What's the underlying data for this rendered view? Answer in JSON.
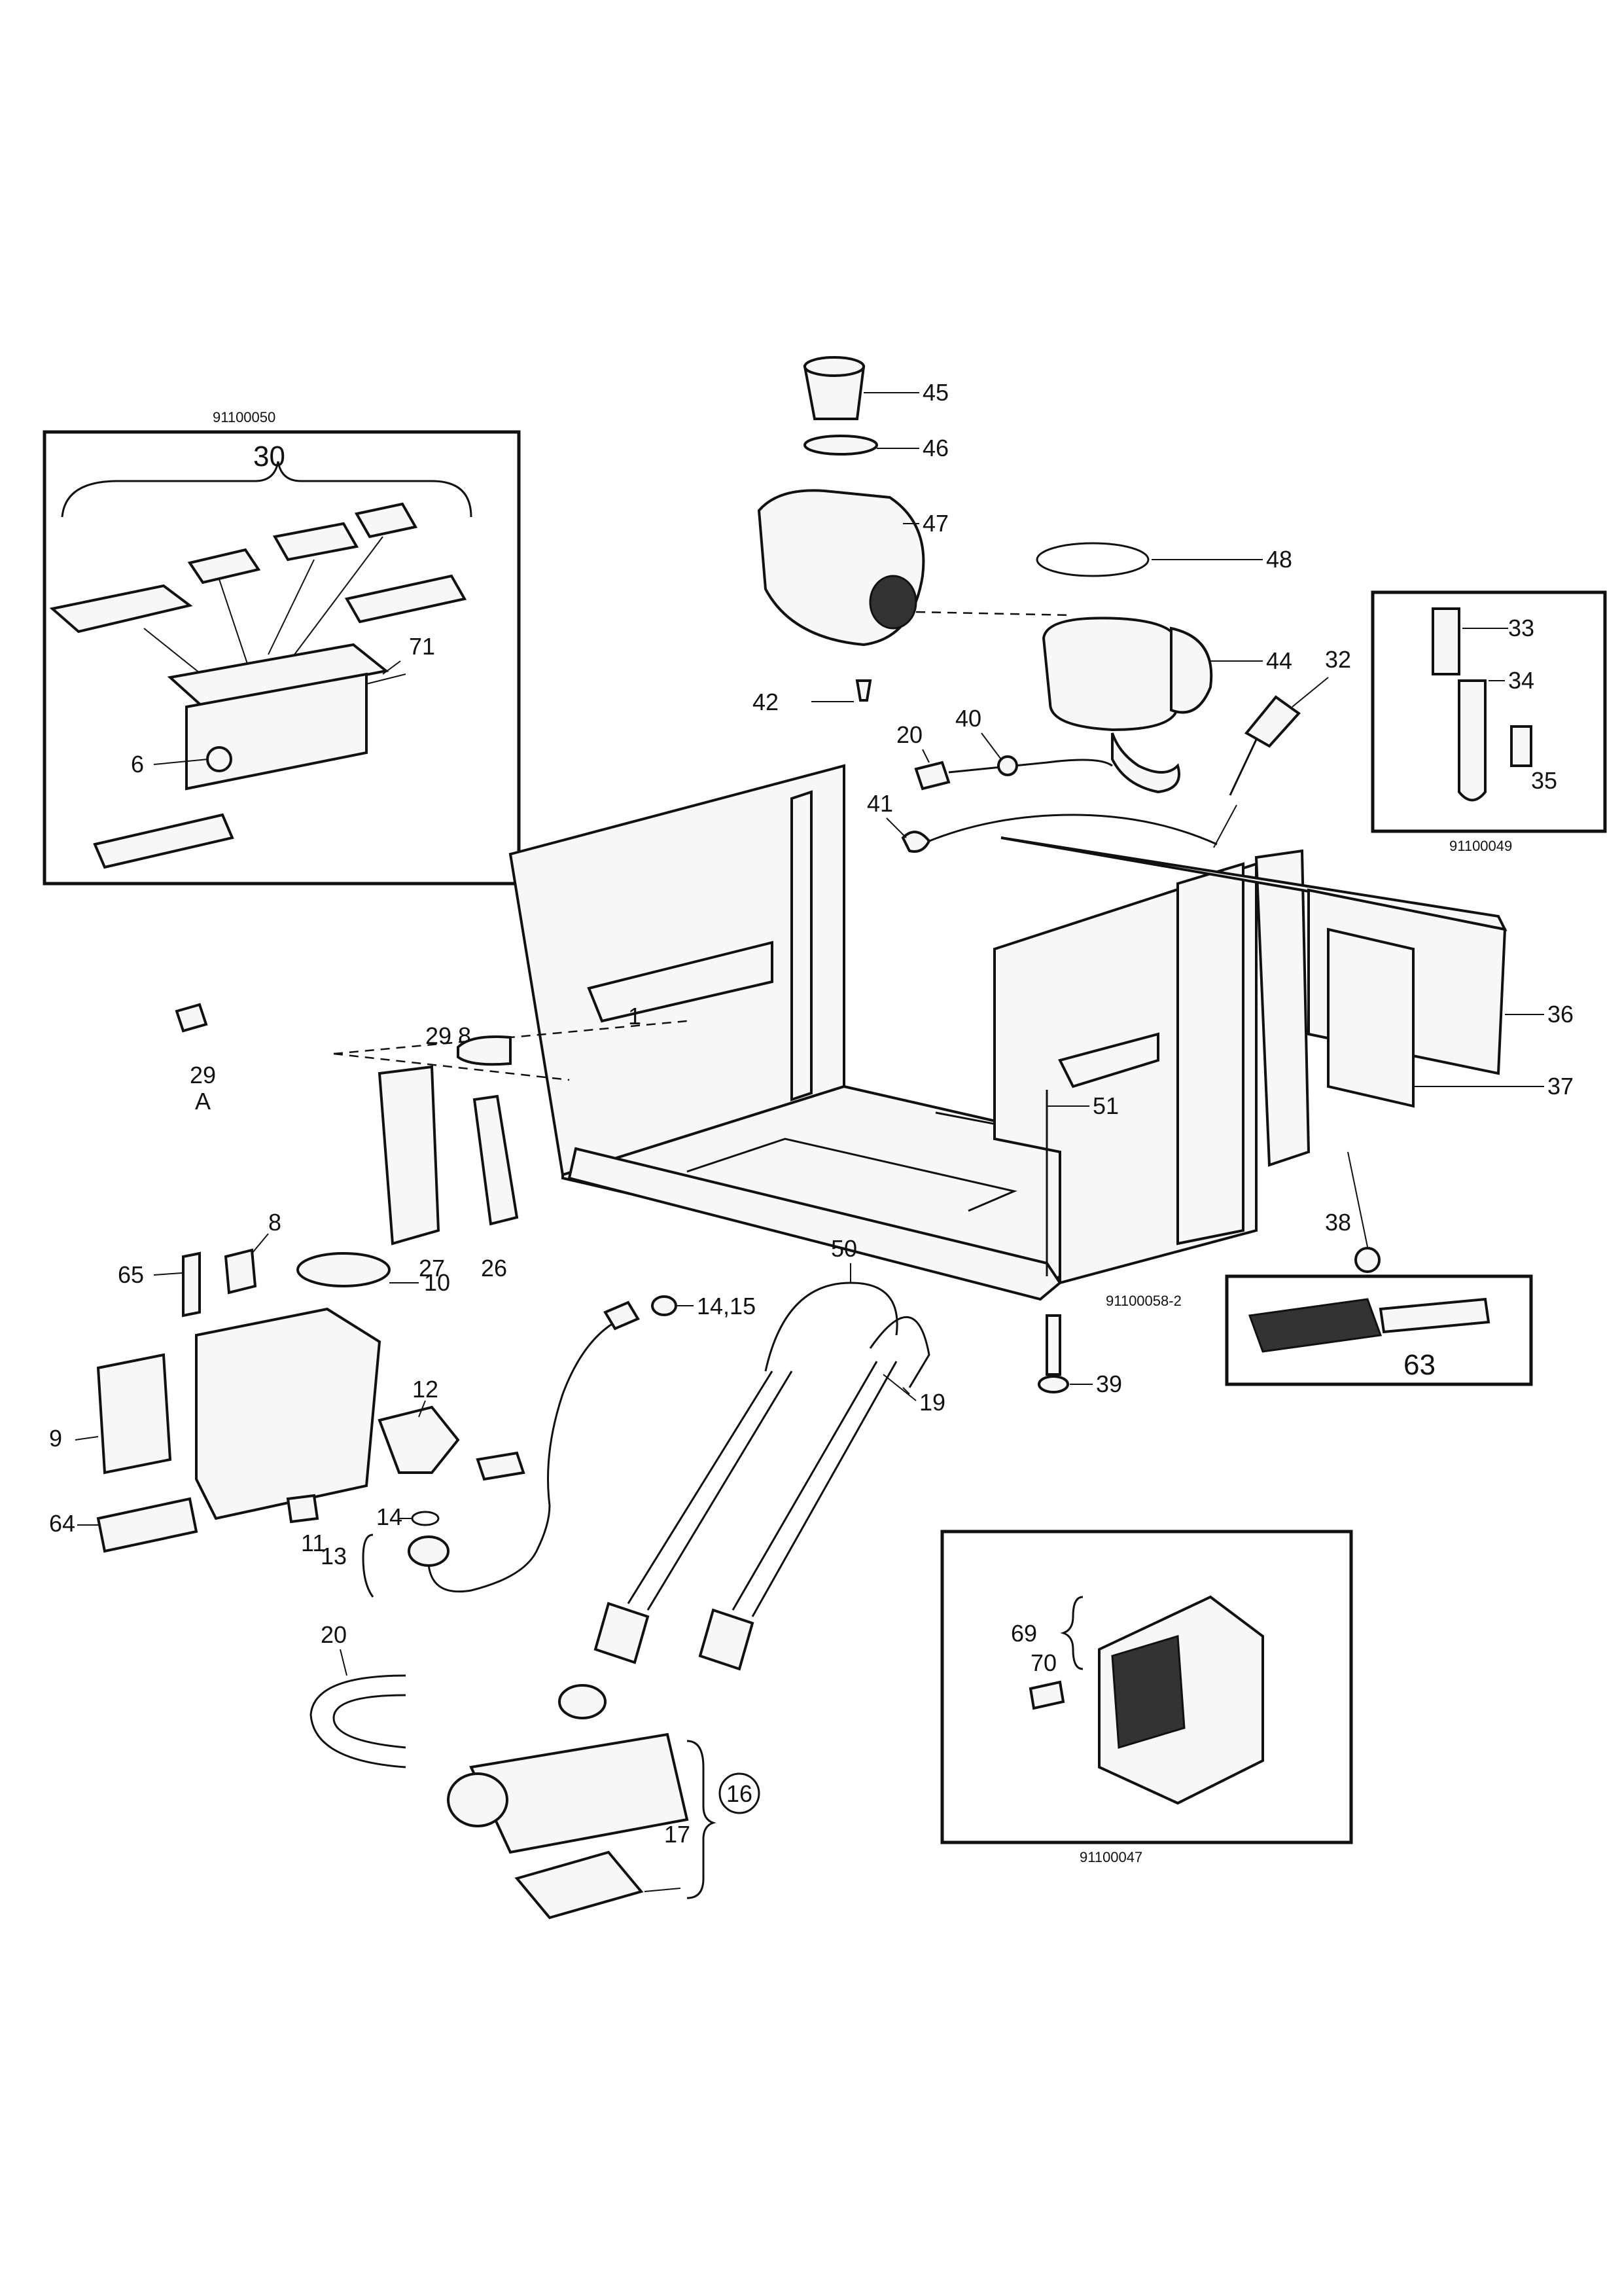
{
  "inset_codes": {
    "top_left": "91100050",
    "top_right": "91100049",
    "main": "91100058-2",
    "bottom_right": "91100047"
  },
  "labels": {
    "l30": "30",
    "l71": "71",
    "l6": "6",
    "l45": "45",
    "l46": "46",
    "l47": "47",
    "l48": "48",
    "l44": "44",
    "l42": "42",
    "l32": "32",
    "l33": "33",
    "l34": "34",
    "l35": "35",
    "l20a": "20",
    "l40": "40",
    "l41": "41",
    "l36": "36",
    "l37": "37",
    "l38": "38",
    "l51": "51",
    "l29": "29",
    "l29a": "A",
    "l298": "29 8",
    "l27": "27",
    "l26": "26",
    "l8": "8",
    "l65": "65",
    "l10": "10",
    "l9": "9",
    "l12": "12",
    "l64": "64",
    "l11": "11",
    "l14a": "14",
    "l13": "13",
    "l1415": "14,15",
    "l50": "50",
    "l19": "19",
    "l39": "39",
    "l63": "63",
    "l20b": "20",
    "l16": "16",
    "l17": "17",
    "l69": "69",
    "l70": "70"
  }
}
